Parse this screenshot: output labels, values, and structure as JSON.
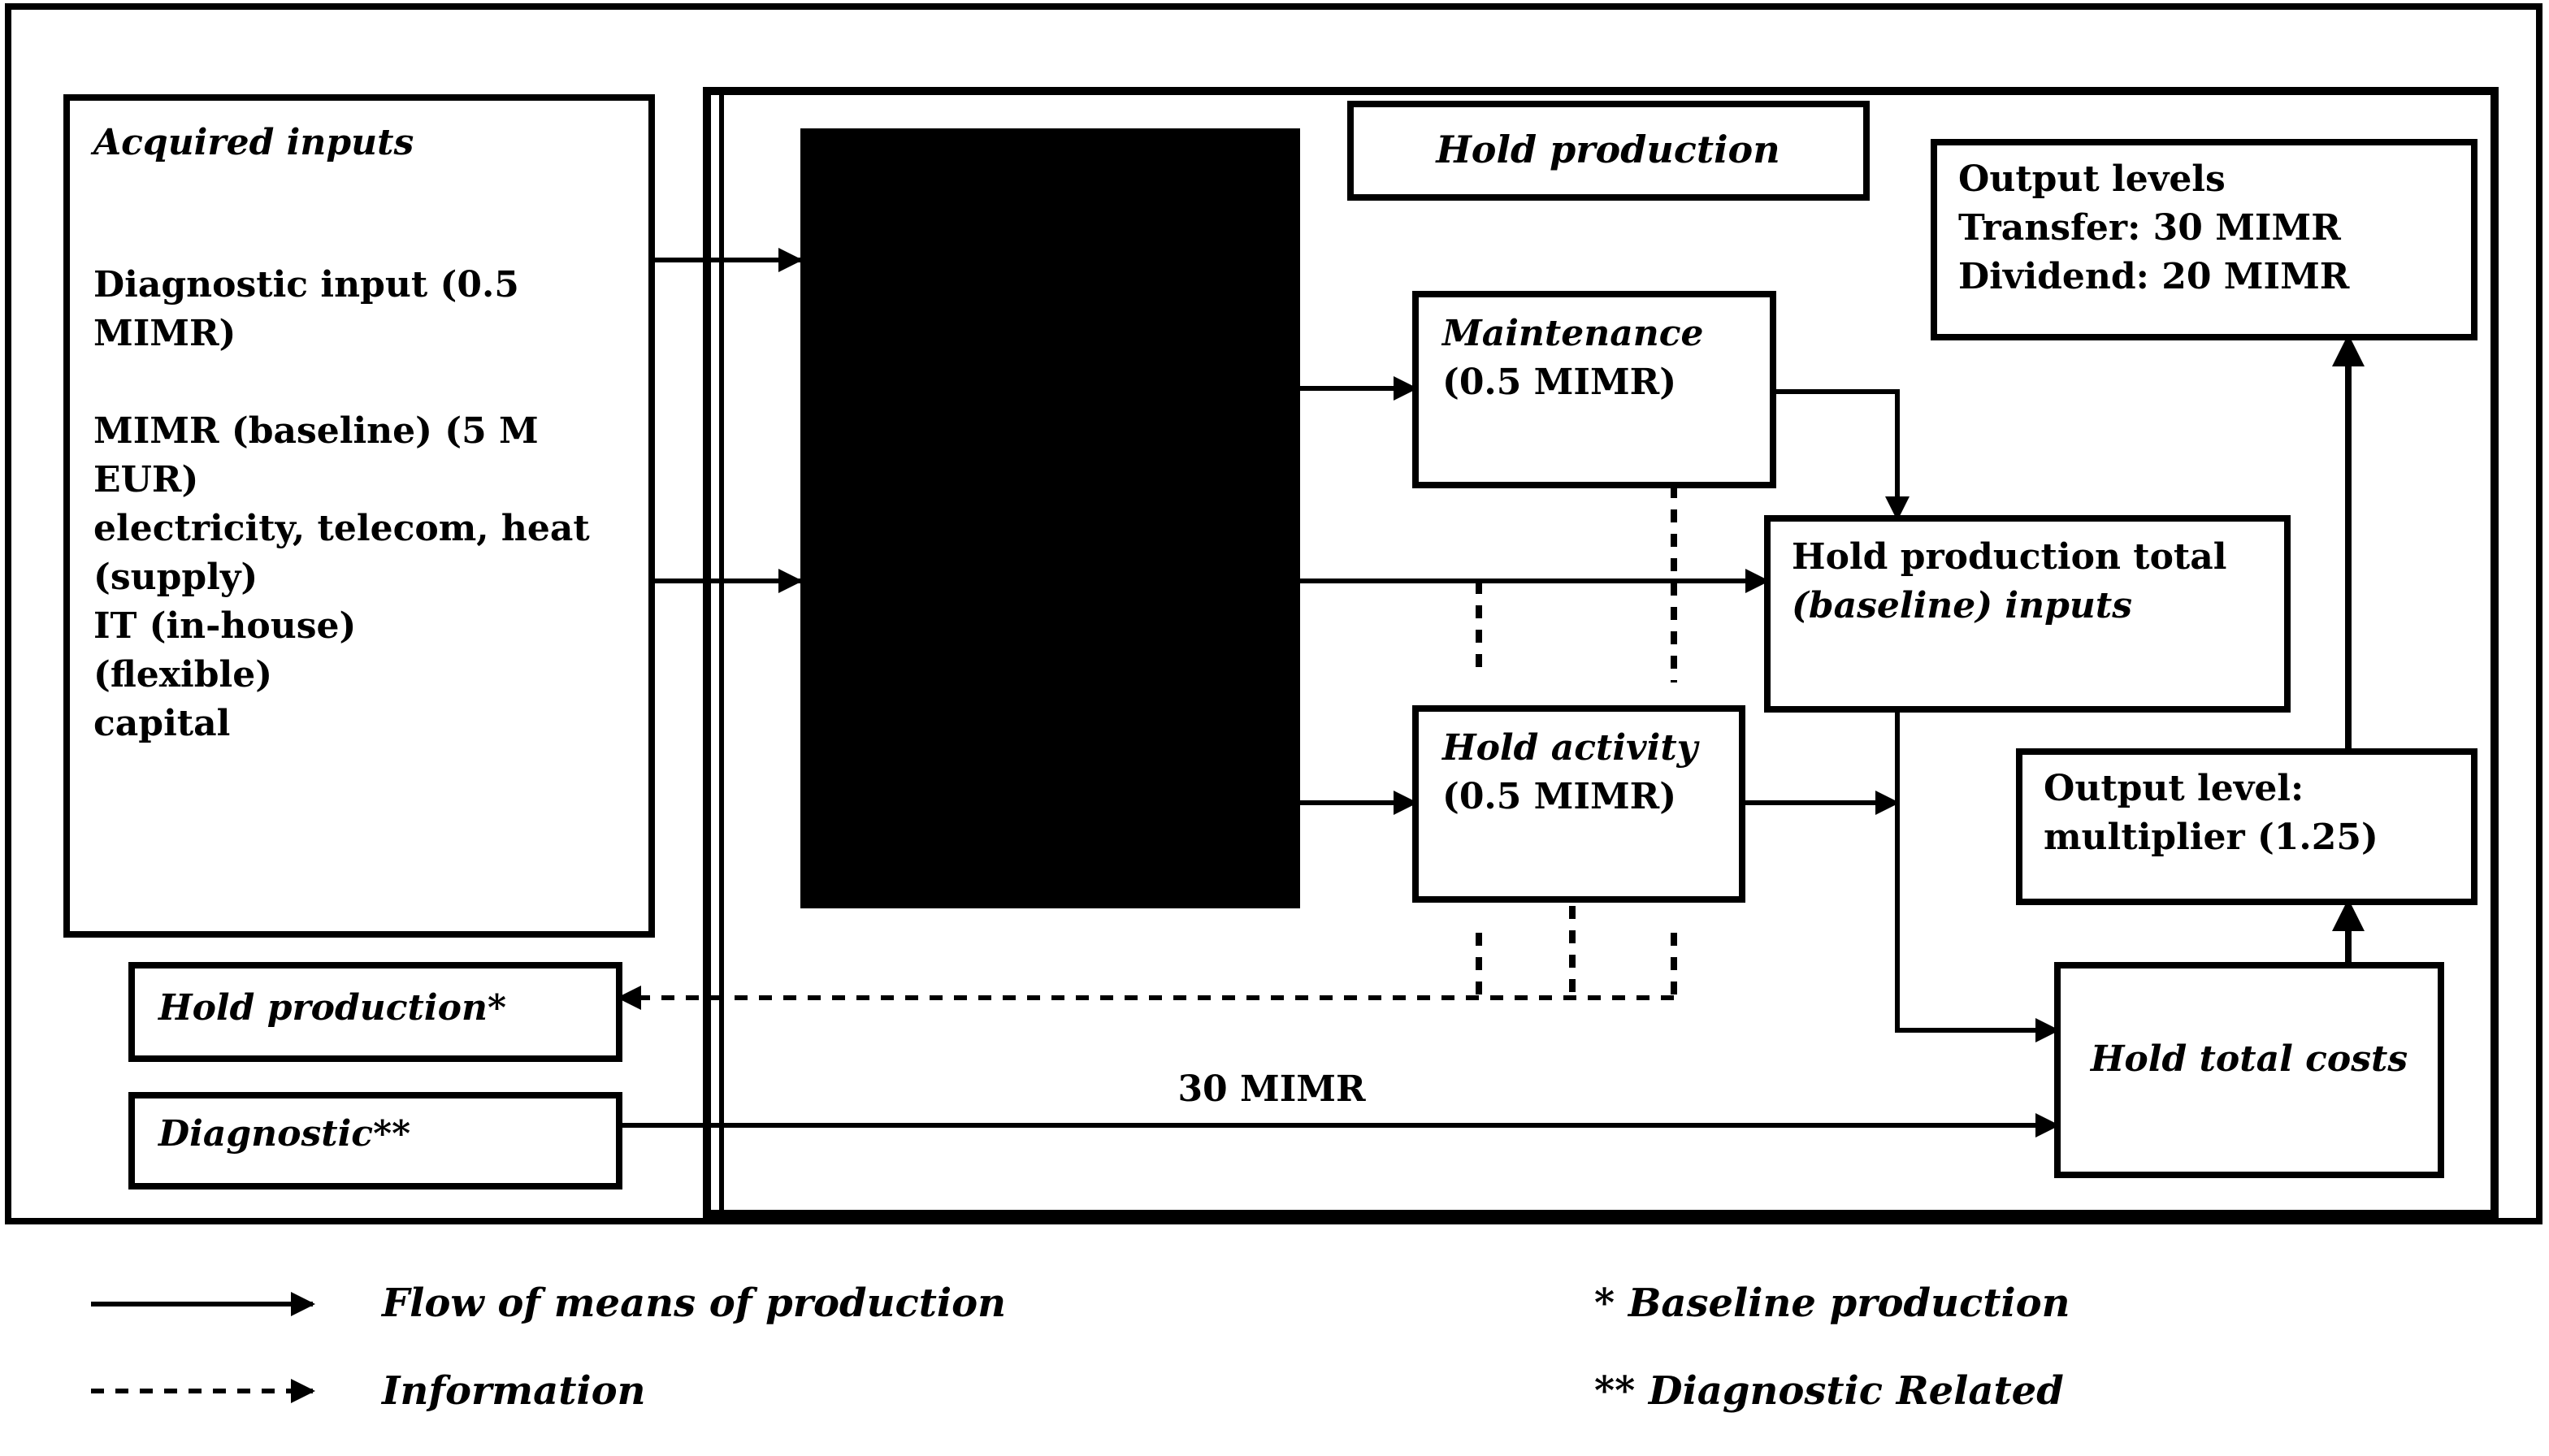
{
  "inputs_box": {
    "title": "Acquired inputs",
    "item_1_line_1": "Diagnostic input (0.5",
    "item_1_line_2": "MIMR)",
    "item_2_line_1": "MIMR (baseline) (5 M",
    "item_2_line_2": "EUR)",
    "item_3": "electricity, telecom, heat",
    "item_4": "(supply)",
    "item_5": "IT (in-house)",
    "item_6": "(flexible)",
    "item_7": "capital"
  },
  "center_box": {
    "header": "Hold production"
  },
  "process_1": {
    "line_1": "Maintenance",
    "line_2": "(0.5 MIMR)"
  },
  "process_2": {
    "line_1": "Hold activity",
    "line_2": "(0.5 MIMR)"
  },
  "combined_box": {
    "line_1": "Hold production total",
    "line_2": "(baseline) inputs"
  },
  "output_box": {
    "line_1": "Output levels",
    "line_2": "Transfer: 30 MIMR",
    "line_3": "Dividend: 20 MIMR"
  },
  "multiplier_box": {
    "line_1": "Output level:",
    "line_2": "multiplier (1.25)"
  },
  "total_box": {
    "label": "Hold total costs"
  },
  "side_box_1": {
    "label": "Hold production*"
  },
  "side_box_2": {
    "label": "Diagnostic**"
  },
  "flow_label": "30 MIMR",
  "legend": {
    "solid_label": "Flow of means of production",
    "dashed_label": "Information",
    "note_1": "* Baseline production",
    "note_2": "** Diagnostic Related"
  }
}
